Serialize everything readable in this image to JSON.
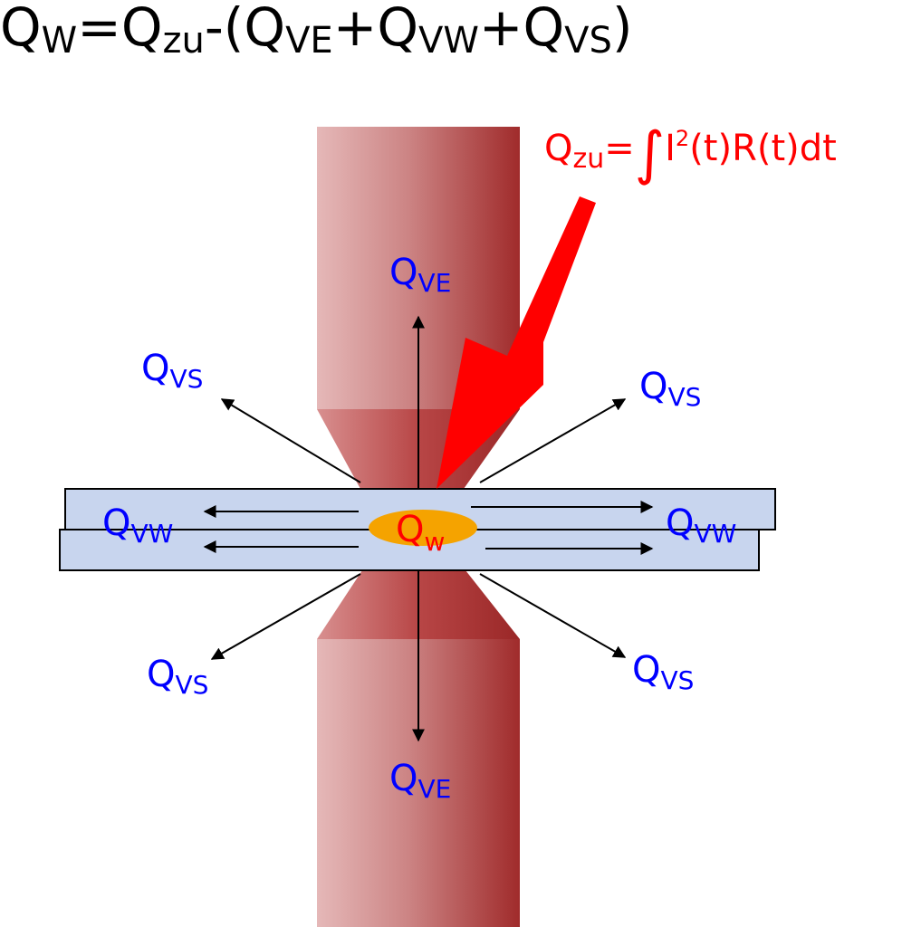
{
  "formula": {
    "q": "Q",
    "w": "W",
    "eq": "=",
    "zu": "zu",
    "minus_open": "-(",
    "ve": "VE",
    "plus": "+",
    "vw": "VW",
    "vs": "VS",
    "close": ")"
  },
  "input_label": {
    "q": "Q",
    "zu": "zu",
    "eq": "=",
    "integral": "∫",
    "i": "I",
    "sq": "2",
    "rest": "(t)R(t)dt"
  },
  "labels": {
    "q": "Q",
    "ve": "VE",
    "vs": "VS",
    "vw": "VW",
    "w": "w"
  },
  "colors": {
    "electrode_light": "#e3b4b4",
    "electrode_dark": "#a02b2b",
    "sheet_fill": "#c8d5ee",
    "weld_nugget": "#f5a300",
    "input_arrow": "#ff0000",
    "label_blue": "#0000ff",
    "label_red": "#ff0000"
  }
}
